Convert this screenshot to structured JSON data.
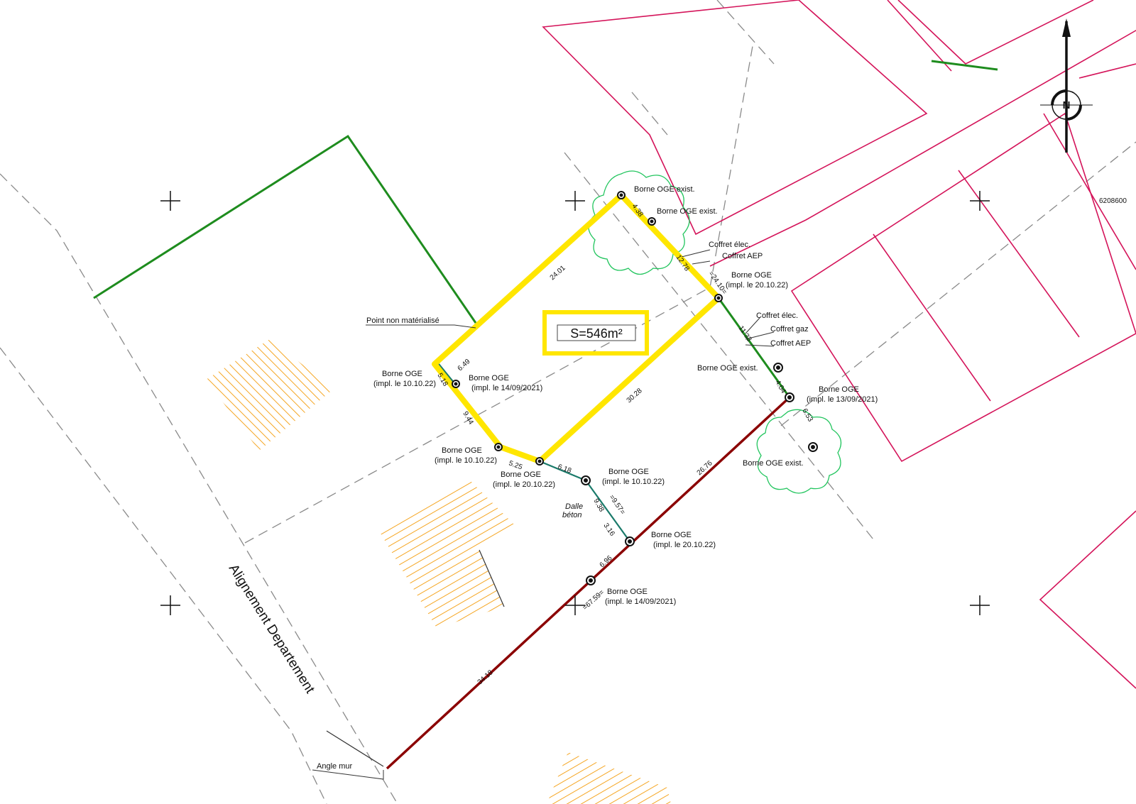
{
  "colors": {
    "parcel_outline": "#ffe600",
    "neighbor_parcels": "#d4145a",
    "boundary_green": "#1e8c1e",
    "boundary_red": "#8b0000",
    "boundary_teal": "#1a7a6a",
    "trees": "#22c55e",
    "hatching": "#f5a623",
    "dashed_lines": "#8a8a8a"
  },
  "icons": [
    "north-arrow-icon",
    "grid-cross-icon",
    "survey-marker-icon",
    "tree-icon"
  ],
  "north": {
    "label": "N"
  },
  "grid": {
    "coordinate_label": "6208600"
  },
  "parcel": {
    "area_label": "S=546m²"
  },
  "road": {
    "label": "Alignement Departement"
  },
  "annotations": {
    "point_non_materialise": "Point non matérialisé",
    "angle_mur": "Angle mur",
    "dalle_1": "Dalle",
    "dalle_2": "béton"
  },
  "markers": {
    "m1": "Borne OGE exist.",
    "m2": "Borne OGE exist.",
    "m3a": "Borne OGE",
    "m3b": "(impl. le 20.10.22)",
    "m4": "Borne OGE exist.",
    "m5a": "Borne OGE",
    "m5b": "(impl. le 13/09/2021)",
    "m6": "Borne OGE exist.",
    "m7a": "Borne OGE",
    "m7b": "(impl. le 10.10.22)",
    "m8a": "Borne OGE",
    "m8b": "(impl. le 14/09/2021)",
    "m9a": "Borne OGE",
    "m9b": "(impl. le 10.10.22)",
    "m10a": "Borne OGE",
    "m10b": "(impl. le 20.10.22)",
    "m11a": "Borne OGE",
    "m11b": "(impl. le 10.10.22)",
    "m12a": "Borne OGE",
    "m12b": "(impl. le 20.10.22)",
    "m13a": "Borne OGE",
    "m13b": "(impl. le 14/09/2021)"
  },
  "utilities": {
    "u1": "Coffret élec.",
    "u2": "Coffret AEP",
    "u3": "Coffret élec.",
    "u4": "Coffret gaz",
    "u5": "Coffret AEP"
  },
  "dimensions": {
    "d1": "24.01",
    "d2": "4.38",
    "d3": "12.78",
    "d4": "=24.10=",
    "d5": "11.33",
    "d6": "4.04",
    "d7": "6.53",
    "d8": "30.28",
    "d9": "26.76",
    "d10": "6.49",
    "d11": "5.18",
    "d12": "9.44",
    "d13": "5.25",
    "d14": "6.18",
    "d15": "9.38",
    "d16": "=9.57=",
    "d17": "3.16",
    "d18": "6.96",
    "d19": "=67.59=",
    "d20": "34.18"
  }
}
